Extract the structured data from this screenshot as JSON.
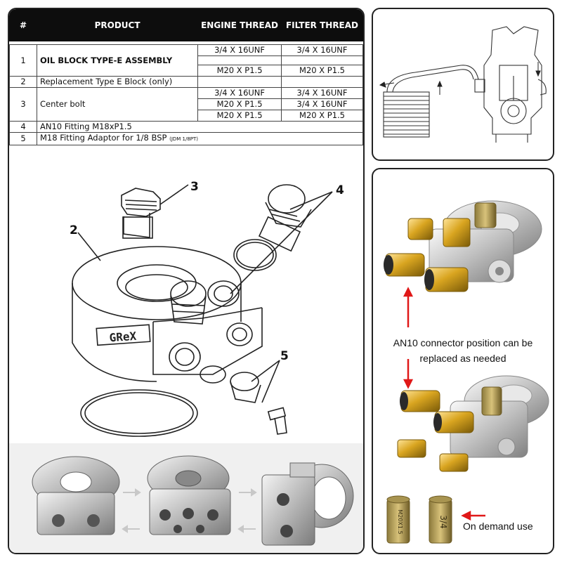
{
  "table": {
    "headers": [
      "#",
      "PRODUCT",
      "ENGINE THREAD",
      "FILTER THREAD"
    ],
    "rows": [
      {
        "num": "1",
        "product": "OIL BLOCK TYPE-E ASSEMBLY",
        "engine": [
          "3/4 X 16UNF",
          "M20 X P1.5"
        ],
        "filter": [
          "3/4 X 16UNF",
          "M20 X P1.5"
        ]
      },
      {
        "num": "2",
        "product": "Replacement Type E Block (only)",
        "engine": [],
        "filter": []
      },
      {
        "num": "3",
        "product": "Center bolt",
        "engine": [
          "3/4 X 16UNF",
          "M20 X P1.5",
          "M20 X P1.5"
        ],
        "filter": [
          "3/4 X 16UNF",
          "3/4 X 16UNF",
          "M20 X P1.5"
        ]
      },
      {
        "num": "4",
        "product": "AN10 Fitting M18xP1.5",
        "engine": [],
        "filter": []
      },
      {
        "num": "5",
        "product": "M18 Fitting Adaptor for 1/8 BSP",
        "product_note": "(JDM 1/8PT)",
        "engine": [],
        "filter": []
      }
    ]
  },
  "diagram": {
    "callouts": [
      "2",
      "3",
      "4",
      "5"
    ],
    "logo_text": "GReX"
  },
  "right_panel": {
    "connector_text": "AN10 connector position can be replaced as needed",
    "demand_text": "On demand use",
    "adapter_labels": [
      "M20X1.5",
      "3/4"
    ]
  },
  "colors": {
    "gold": "#d9a520",
    "silver": "#c8c8c8",
    "arrow_red": "#e01818",
    "dark": "#0d0d0d"
  }
}
